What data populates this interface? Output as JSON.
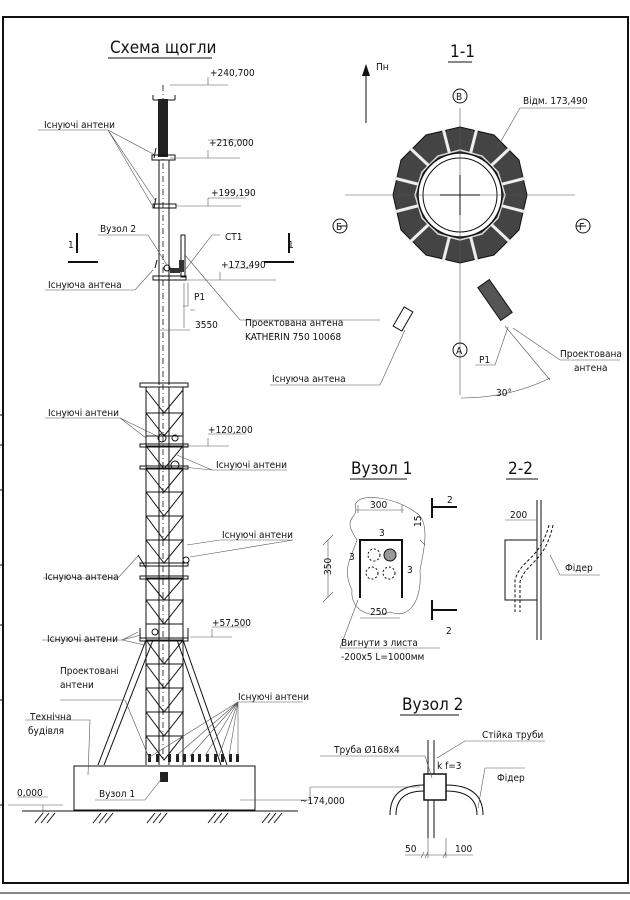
{
  "mast_scheme": {
    "title": "Схема щогли",
    "elevations": [
      "+240,700",
      "+216,000",
      "+199,190",
      "+173,490",
      "+120,200",
      "+57,500",
      "0,000"
    ],
    "labels": {
      "existing_antennas_top": "Існуючі антени",
      "node2": "Вузол 2",
      "st1": "СТ1",
      "existing_antenna_left": "Існуюча антена",
      "p1": "Р1",
      "dim_3550": "3550",
      "designed_antenna": "Проектована антена",
      "designed_antenna_model": "KATHERIN 750 10068",
      "existing_antennas_mid1": "Існуючі антени",
      "existing_antennas_mid2": "Існуючі антени",
      "existing_antennas_mid3": "Існуючі антени",
      "existing_antenna_mid": "Існуюча антена",
      "existing_antennas_low": "Існуючі антени",
      "designed_antennas_base_1": "Проектовані",
      "designed_antennas_base_2": "антени",
      "existing_antennas_base": "Існуючі антени",
      "tech_building_1": "Технічна",
      "tech_building_2": "будівля",
      "node1": "Вузол 1",
      "section_mark": "1"
    }
  },
  "section_1_1": {
    "title": "1-1",
    "north": "Пн",
    "axes": [
      "В",
      "Б",
      "Г",
      "А"
    ],
    "elevation_note": "Відм. 173,490",
    "existing_antenna": "Існуюча антена",
    "p1": "Р1",
    "designed_antenna_1": "Проектована",
    "designed_antenna_2": "антена",
    "angle": "30°"
  },
  "node_1": {
    "title": "Вузол 1",
    "dims": {
      "top": "300",
      "side": "350",
      "bottom": "250",
      "gap": "15",
      "weld_top": "3",
      "weld_left": "3",
      "weld_right": "3"
    },
    "section_mark": "2",
    "note_1": "Вигнути з листа",
    "note_2": "-200х5 L=1000мм"
  },
  "section_2_2": {
    "title": "2-2",
    "dim": "200",
    "feeder": "Фідер"
  },
  "node_2": {
    "title": "Вузол 2",
    "pipe": "Труба Ø168х4",
    "pipe_post": "Стійка труби",
    "weld": "k f=3",
    "feeder": "Фідер",
    "elevation": "~174,000",
    "dim_left": "50",
    "dim_right": "100"
  }
}
